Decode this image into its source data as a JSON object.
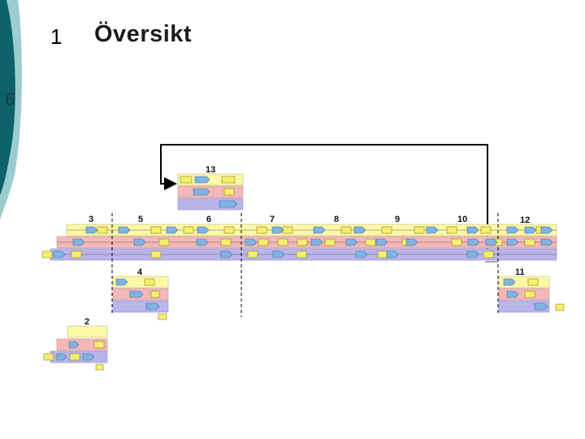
{
  "slide": {
    "number": "1",
    "title": "Översikt",
    "side_number": "6"
  },
  "colors": {
    "teal_dark": "#0c6268",
    "teal_light": "#9ccbd0",
    "lane_yellow": "#fbf8a6",
    "lane_pink": "#f4b7b7",
    "lane_blue": "#b9b5ea",
    "shape_blue": "#7fb3e3",
    "shape_yellow": "#f6ee6e"
  },
  "diagram": {
    "segments": [
      {
        "label": "13"
      },
      {
        "label": "3"
      },
      {
        "label": "5"
      },
      {
        "label": "6"
      },
      {
        "label": "7"
      },
      {
        "label": "8"
      },
      {
        "label": "9"
      },
      {
        "label": "10"
      },
      {
        "label": "12"
      },
      {
        "label": "4"
      },
      {
        "label": "11"
      },
      {
        "label": "2"
      }
    ]
  }
}
